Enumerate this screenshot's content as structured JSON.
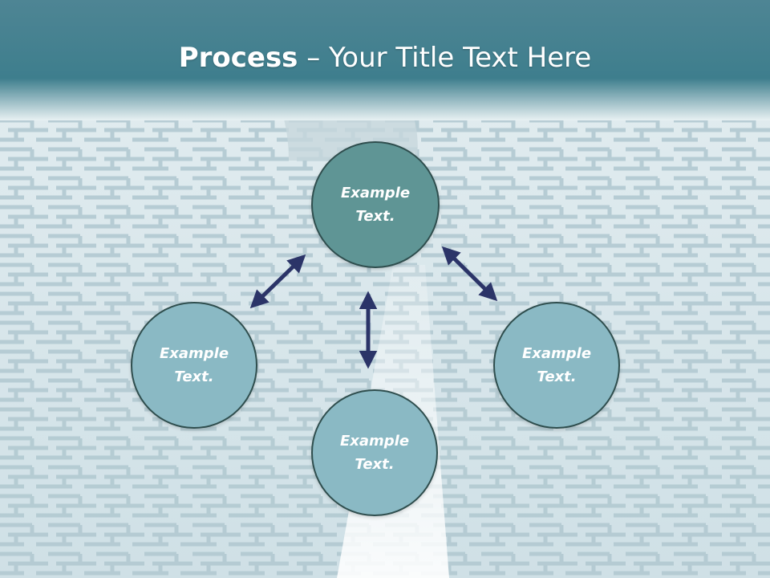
{
  "title": {
    "bold": "Process",
    "rest": " – Your Title Text Here"
  },
  "nodes": {
    "top": "Example\nText.",
    "left": "Example\nText.",
    "right": "Example\nText.",
    "bottom": "Example\nText."
  },
  "colors": {
    "header": "#3f7d8c",
    "node_top": "#5f9595",
    "node_side": "#8ab9c4",
    "node_border": "#2f4e4e",
    "arrow": "#2b3468"
  },
  "icons": [
    "double-arrow-icon"
  ]
}
